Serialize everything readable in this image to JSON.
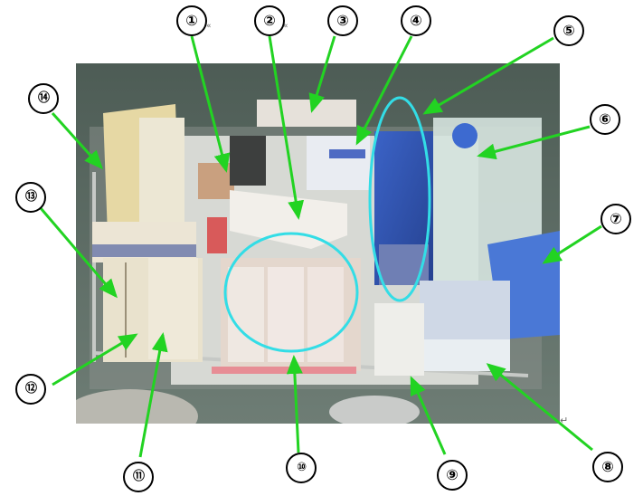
{
  "callouts": [
    {
      "label": "①"
    },
    {
      "label": "②"
    },
    {
      "label": "③"
    },
    {
      "label": "④"
    },
    {
      "label": "⑤"
    },
    {
      "label": "⑥"
    },
    {
      "label": "⑦"
    },
    {
      "label": "⑧"
    },
    {
      "label": "⑨"
    },
    {
      "label": "⑩"
    },
    {
      "label": "⑪"
    },
    {
      "label": "⑫"
    },
    {
      "label": "⑬"
    },
    {
      "label": "⑭"
    }
  ],
  "marks": {
    "enter": "↵",
    "wrap": "«"
  },
  "colors": {
    "arrow": "#22d322",
    "ellipse": "#33dde6",
    "floor": "#5b6b62"
  }
}
